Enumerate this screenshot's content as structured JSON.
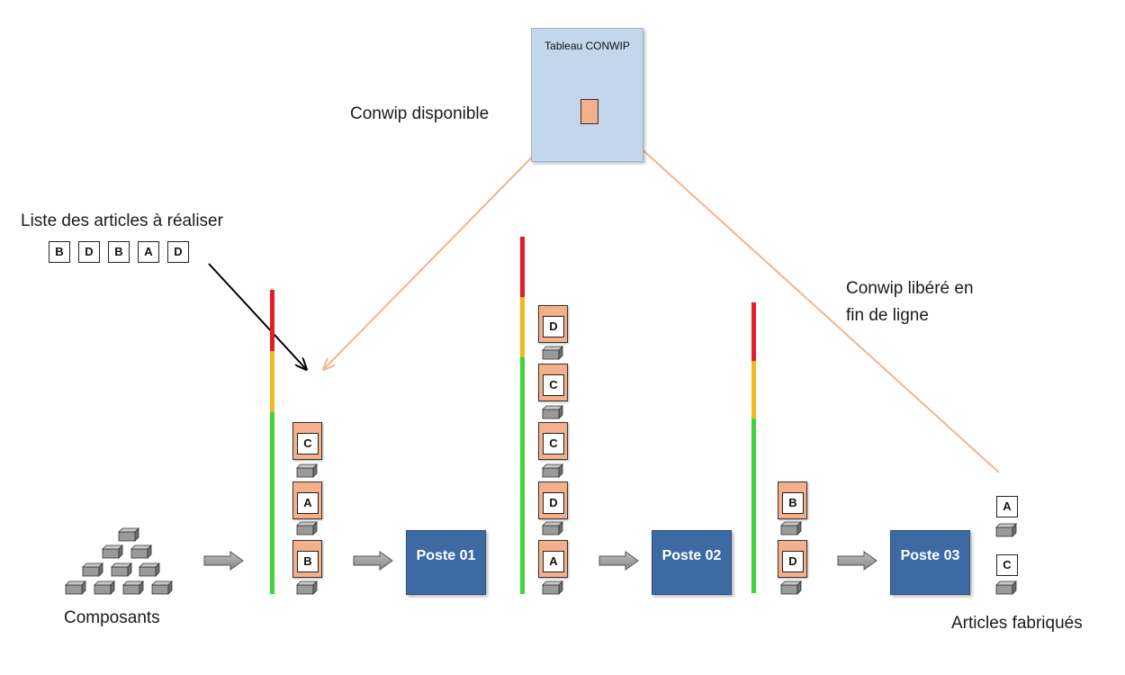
{
  "board": {
    "title": "Tableau CONWIP"
  },
  "labels": {
    "conwip_available": "Conwip disponible",
    "article_list_title": "Liste des articles à réaliser",
    "conwip_released_line1": "Conwip libéré en",
    "conwip_released_line2": "fin de ligne",
    "components": "Composants",
    "finished_articles": "Articles fabriqués"
  },
  "article_list": [
    "B",
    "D",
    "B",
    "A",
    "D"
  ],
  "stations": [
    "Poste 01",
    "Poste 02",
    "Poste 03"
  ],
  "queue_before_poste_01": [
    "C",
    "A",
    "B"
  ],
  "queue_before_poste_02": [
    "D",
    "C",
    "C",
    "D",
    "A"
  ],
  "queue_before_poste_03": [
    "B",
    "D"
  ],
  "finished_output": [
    "A",
    "C"
  ],
  "colors": {
    "board": "#c3d6ec",
    "conwip_card": "#f4b08a",
    "station": "#3e6aa3",
    "gauge_red": "#e31e24",
    "gauge_yellow": "#f3b81f",
    "gauge_green": "#3ed43a",
    "conwip_flow": "#f2b48c"
  }
}
